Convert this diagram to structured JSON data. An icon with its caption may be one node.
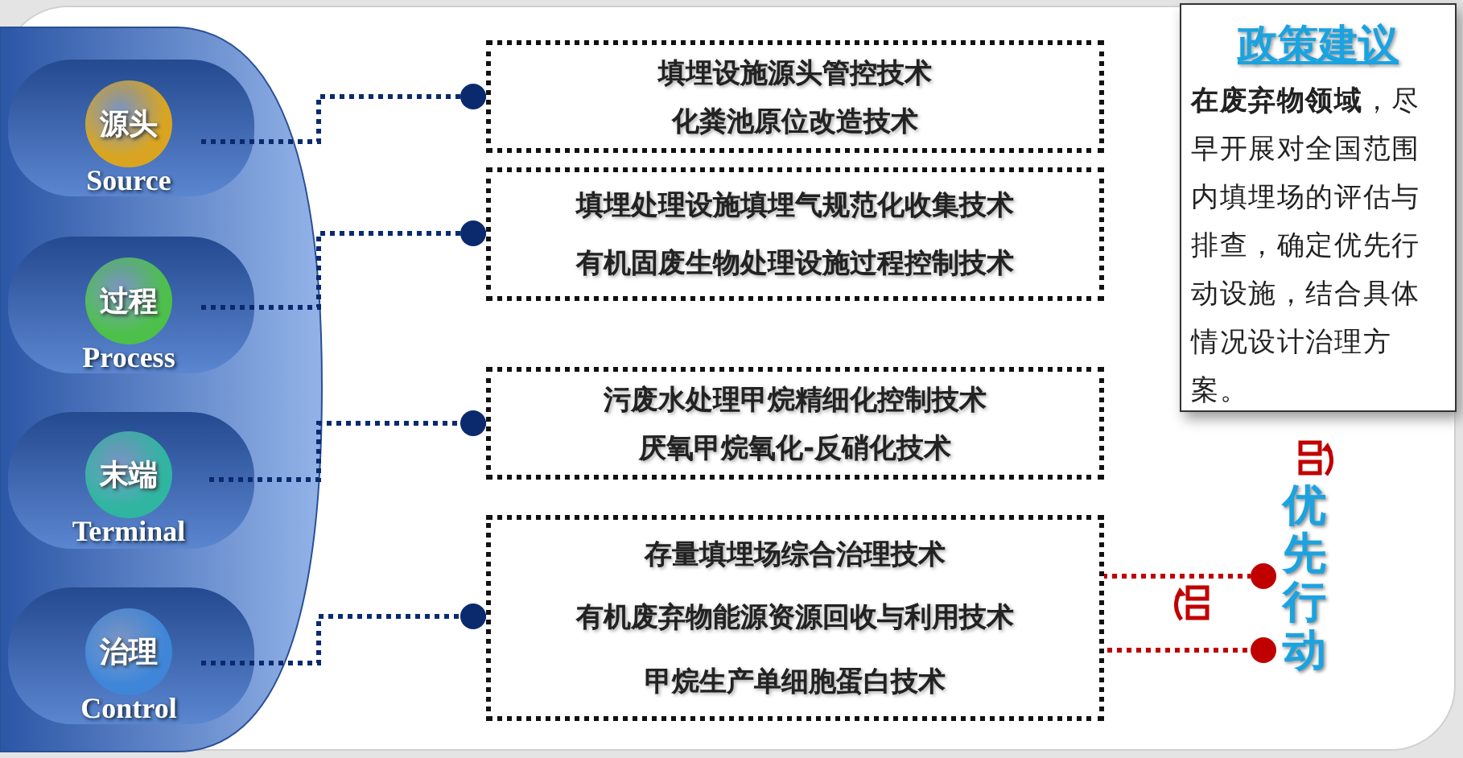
{
  "diagram": {
    "nodes": [
      {
        "text": [
          "源头",
          "Source"
        ]
      },
      {
        "text": [
          "过程",
          "Process"
        ]
      },
      {
        "text": [
          "末端",
          "Terminal"
        ]
      },
      {
        "text": [
          "治理",
          "Control"
        ]
      },
      {
        "text": [
          "填埋设施源头管控技术",
          "化粪池原位改造技术"
        ]
      },
      {
        "text": [
          "填埋处理设施填埋气规范化收集技术",
          "有机固废生物处理设施过程控制技术"
        ]
      },
      {
        "text": [
          "污废水处理甲烷精细化控制技术",
          "厌氧甲烷氧化-反硝化技术"
        ]
      },
      {
        "text": [
          "存量填埋场综合治理技术",
          "有机废弃物能源资源回收与利用技术",
          "甲烷生产单细胞蛋白技术"
        ]
      },
      {
        "text": [
          "政策建议",
          "**在废弃物领域**，尽早开展对全国范围内填埋场的评估与排查，确定优先行动设施，结合具体情况设计治理方案。"
        ]
      },
      {
        "text": [],
        "shape": "circle"
      },
      {
        "text": [],
        "shape": "circle"
      },
      {
        "text": [
          "优先行动"
        ]
      }
    ],
    "edges": [
      {
        "from": 0,
        "to": 4,
        "arrow": "other",
        "style": "dashed"
      },
      {
        "from": 1,
        "to": 5,
        "arrow": "other",
        "style": "dashed"
      },
      {
        "from": 2,
        "to": 6,
        "arrow": "other",
        "style": "dashed"
      },
      {
        "from": 3,
        "to": 7,
        "arrow": "other",
        "style": "dashed"
      },
      {
        "from": 7,
        "to": 9,
        "arrow": "none",
        "style": "dashed",
        "color": "#c00000"
      },
      {
        "from": 7,
        "to": 10,
        "arrow": "none",
        "style": "dashed",
        "color": "#c00000"
      }
    ]
  }
}
